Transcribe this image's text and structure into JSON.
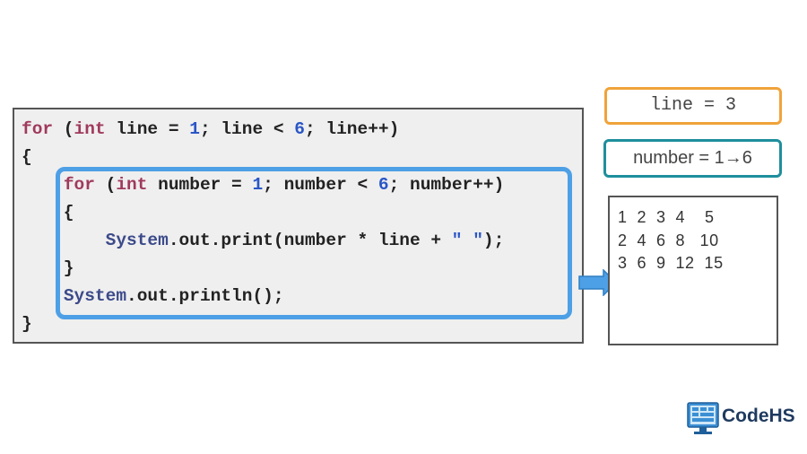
{
  "code": {
    "lines": [
      [
        {
          "t": "for",
          "c": "kw"
        },
        {
          "t": " (",
          "c": "plain"
        },
        {
          "t": "int",
          "c": "kw"
        },
        {
          "t": " line = ",
          "c": "plain"
        },
        {
          "t": "1",
          "c": "num"
        },
        {
          "t": "; line < ",
          "c": "plain"
        },
        {
          "t": "6",
          "c": "num"
        },
        {
          "t": "; line++)",
          "c": "plain"
        }
      ],
      [
        {
          "t": "{",
          "c": "plain"
        }
      ],
      [
        {
          "t": "    ",
          "c": "plain"
        },
        {
          "t": "for",
          "c": "kw"
        },
        {
          "t": " (",
          "c": "plain"
        },
        {
          "t": "int",
          "c": "kw"
        },
        {
          "t": " number = ",
          "c": "plain"
        },
        {
          "t": "1",
          "c": "num"
        },
        {
          "t": "; number < ",
          "c": "plain"
        },
        {
          "t": "6",
          "c": "num"
        },
        {
          "t": "; number++)",
          "c": "plain"
        }
      ],
      [
        {
          "t": "    {",
          "c": "plain"
        }
      ],
      [
        {
          "t": "        ",
          "c": "plain"
        },
        {
          "t": "System",
          "c": "cls"
        },
        {
          "t": ".out.print(number * line + ",
          "c": "plain"
        },
        {
          "t": "\" \"",
          "c": "str"
        },
        {
          "t": ");",
          "c": "plain"
        }
      ],
      [
        {
          "t": "    }",
          "c": "plain"
        }
      ],
      [
        {
          "t": "    ",
          "c": "plain"
        },
        {
          "t": "System",
          "c": "cls"
        },
        {
          "t": ".out.println();",
          "c": "plain"
        }
      ],
      [
        {
          "t": "}",
          "c": "plain"
        }
      ]
    ]
  },
  "vars": {
    "line": "line = 3",
    "number": "number = 1→6"
  },
  "output": {
    "rows": [
      "1  2  3  4    5",
      "2  4  6  8   10",
      "3  6  9  12  15"
    ]
  },
  "brand": {
    "name": "CodeHS"
  },
  "colors": {
    "keyword": "#a03a5c",
    "number": "#2a56c6",
    "inner_loop_border": "#4ea0e6",
    "line_var_border": "#f0a33a",
    "number_var_border": "#1e8f9c"
  }
}
